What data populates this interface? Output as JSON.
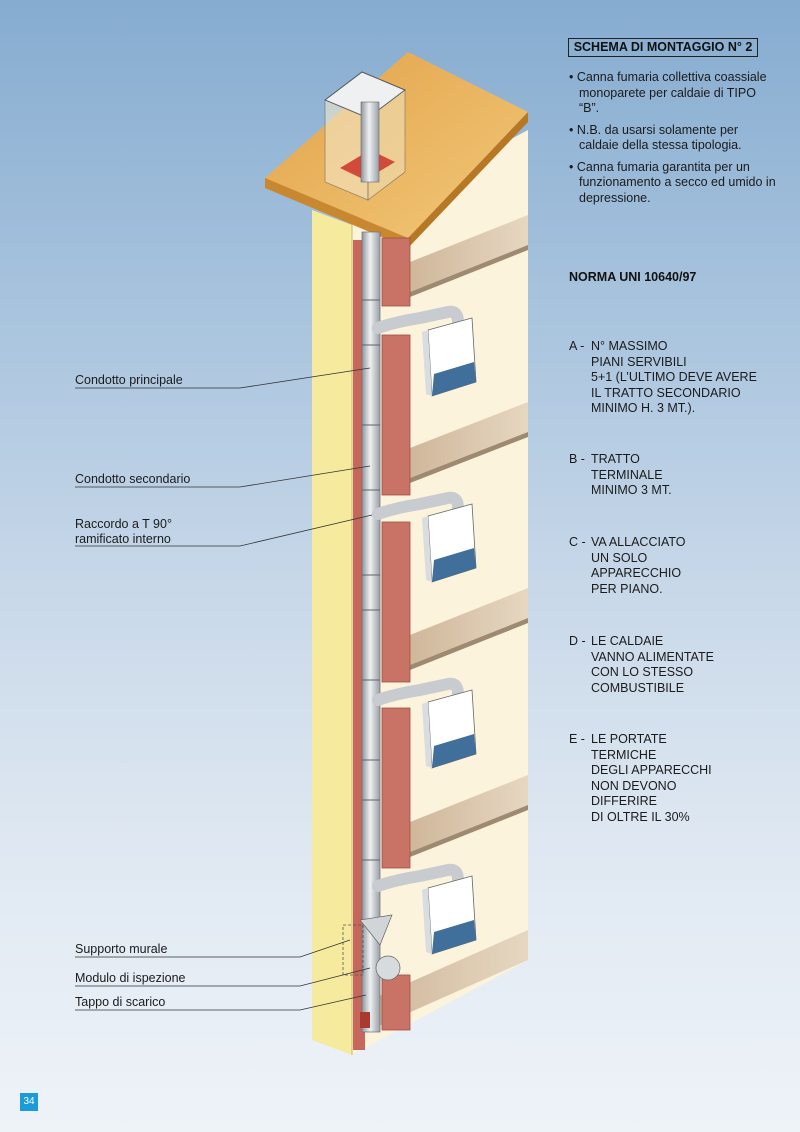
{
  "title": "SCHEMA DI MONTAGGIO N° 2",
  "bullets": [
    "• Canna fumaria collettiva coassiale monoparete per caldaie di TIPO “B”.",
    "• N.B. da usarsi solamente per caldaie della stessa tipologia.",
    "• Canna fumaria garantita per un funzionamento a secco ed umido in depressione."
  ],
  "norma": "NORMA UNI 10640/97",
  "notes": [
    {
      "key": "A -",
      "lines": [
        "N° MASSIMO",
        "PIANI SERVIBILI",
        "5+1 (L’ULTIMO DEVE AVERE",
        "IL TRATTO SECONDARIO",
        "MINIMO H. 3 MT.)."
      ]
    },
    {
      "key": "B -",
      "lines": [
        "TRATTO",
        "TERMINALE",
        "MINIMO 3 MT."
      ]
    },
    {
      "key": "C -",
      "lines": [
        "VA ALLACCIATO",
        "UN SOLO",
        "APPARECCHIO",
        "PER PIANO."
      ]
    },
    {
      "key": "D -",
      "lines": [
        "LE CALDAIE",
        "VANNO ALIMENTATE",
        "CON LO STESSO",
        "COMBUSTIBILE"
      ]
    },
    {
      "key": "E -",
      "lines": [
        "LE PORTATE",
        "TERMICHE",
        "DEGLI APPARECCHI",
        "NON DEVONO",
        "DIFFERIRE",
        "DI OLTRE IL 30%"
      ]
    }
  ],
  "labels": {
    "condotto_principale": "Condotto principale",
    "condotto_secondario": "Condotto secondario",
    "raccordo_1": "Raccordo a T 90°",
    "raccordo_2": "ramificato interno",
    "supporto_murale": "Supporto murale",
    "modulo_ispezione": "Modulo di ispezione",
    "tappo_scarico": "Tappo di scarico"
  },
  "page_number": "34"
}
